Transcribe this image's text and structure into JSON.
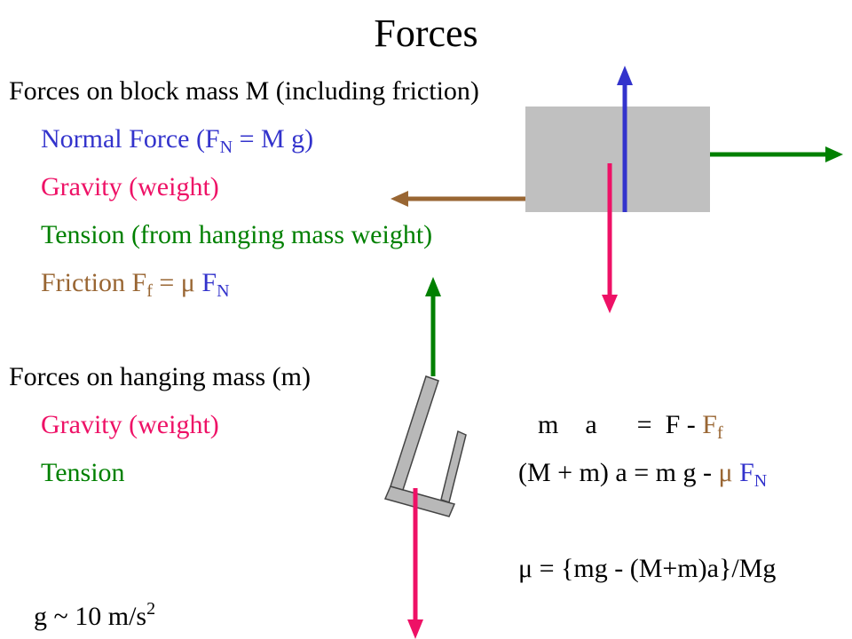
{
  "slide": {
    "title": "Forces",
    "block_heading": "Forces on block mass M (including friction)",
    "normal_force": {
      "prefix": "Normal Force (F",
      "sub": "N",
      "suffix": " = M g)"
    },
    "gravity_block": "Gravity (weight)",
    "tension_block": "Tension (from hanging mass weight)",
    "friction": {
      "label": "Friction  F",
      "sub": "f",
      "eq": " = ",
      "mu": "μ",
      "f_sym": " F",
      "f_sub": "N"
    },
    "hanging_heading": "Forces on hanging mass (m)",
    "gravity_hanging": "Gravity (weight)",
    "tension_hanging": "Tension",
    "eq1": {
      "lhs": "m    a      =  F - ",
      "f": "F",
      "f_sub": "f"
    },
    "eq2": {
      "lhs": "(M + m) a = m g - ",
      "mu": "μ",
      "f": " F",
      "f_sub": "N"
    },
    "eq3": "μ = {mg - (M+m)a}/Mg",
    "g_note": {
      "text": "g ~ 10 m/s",
      "sup": "2"
    }
  },
  "colors": {
    "normal": "#3333cc",
    "gravity": "#ee1166",
    "tension": "#008000",
    "friction": "#996633",
    "block": "#c0c0c0",
    "bucket": "#b8b8b8"
  }
}
